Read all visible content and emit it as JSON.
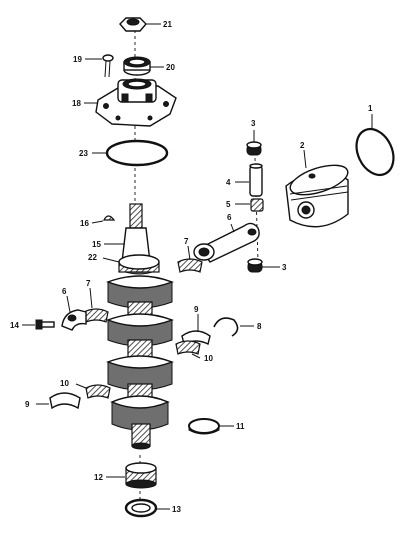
{
  "diagram": {
    "callouts": [
      {
        "number": "1",
        "target": "piston-ring"
      },
      {
        "number": "2",
        "target": "piston"
      },
      {
        "number": "3",
        "target": "piston-pin-retainer-top"
      },
      {
        "number": "3",
        "target": "piston-pin-retainer-bottom"
      },
      {
        "number": "4",
        "target": "piston-pin"
      },
      {
        "number": "5",
        "target": "pin-needle-bearing"
      },
      {
        "number": "6",
        "target": "connecting-rod-upper"
      },
      {
        "number": "6",
        "target": "connecting-rod-lower"
      },
      {
        "number": "7",
        "target": "bearing-cage-upper"
      },
      {
        "number": "7",
        "target": "bearing-cage-lower"
      },
      {
        "number": "8",
        "target": "retaining-ring"
      },
      {
        "number": "9",
        "target": "rod-cap-right"
      },
      {
        "number": "9",
        "target": "rod-cap-left"
      },
      {
        "number": "10",
        "target": "bearing-half-right"
      },
      {
        "number": "10",
        "target": "bearing-half-left"
      },
      {
        "number": "11",
        "target": "seal-ring"
      },
      {
        "number": "12",
        "target": "roller-bearing"
      },
      {
        "number": "13",
        "target": "oil-seal"
      },
      {
        "number": "14",
        "target": "rod-screw"
      },
      {
        "number": "15",
        "target": "crankshaft"
      },
      {
        "number": "16",
        "target": "woodruff-key"
      },
      {
        "number": "18",
        "target": "bearing-housing"
      },
      {
        "number": "19",
        "target": "housing-screw"
      },
      {
        "number": "20",
        "target": "upper-seal"
      },
      {
        "number": "21",
        "target": "flywheel-nut"
      },
      {
        "number": "22",
        "target": "upper-bearing"
      },
      {
        "number": "23",
        "target": "o-ring"
      }
    ]
  }
}
